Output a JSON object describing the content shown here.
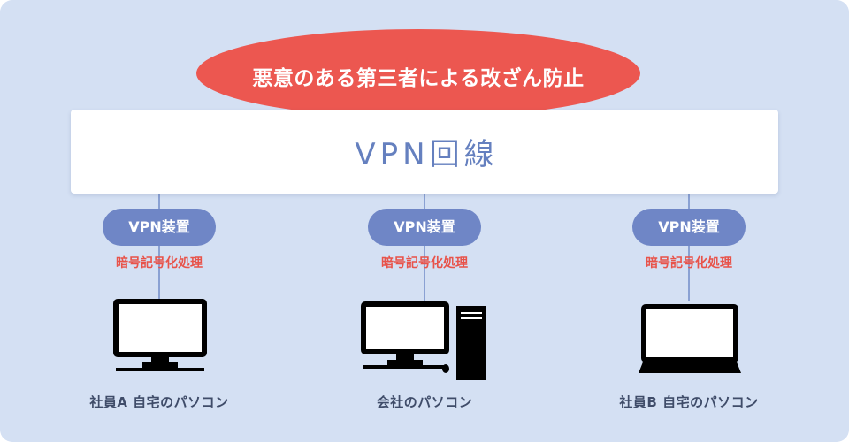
{
  "banner": {
    "text": "悪意のある第三者による改ざん防止"
  },
  "vpn_line": {
    "title": "VPN回線"
  },
  "nodes": [
    {
      "device_label": "VPN装置",
      "process_label": "暗号記号化処理",
      "caption": "社員A 自宅のパソコン",
      "icon": "desktop-monitor-icon"
    },
    {
      "device_label": "VPN装置",
      "process_label": "暗号記号化処理",
      "caption": "会社のパソコン",
      "icon": "desktop-tower-pc-icon"
    },
    {
      "device_label": "VPN装置",
      "process_label": "暗号記号化処理",
      "caption": "社員B 自宅のパソコン",
      "icon": "laptop-icon"
    }
  ],
  "colors": {
    "background": "#d4e0f3",
    "banner": "#ec5750",
    "vpn_title": "#6580bf",
    "device_pill": "#6f86c6",
    "process_label": "#e8534a",
    "caption": "#3f4c69",
    "connector": "#8aa1d3"
  }
}
